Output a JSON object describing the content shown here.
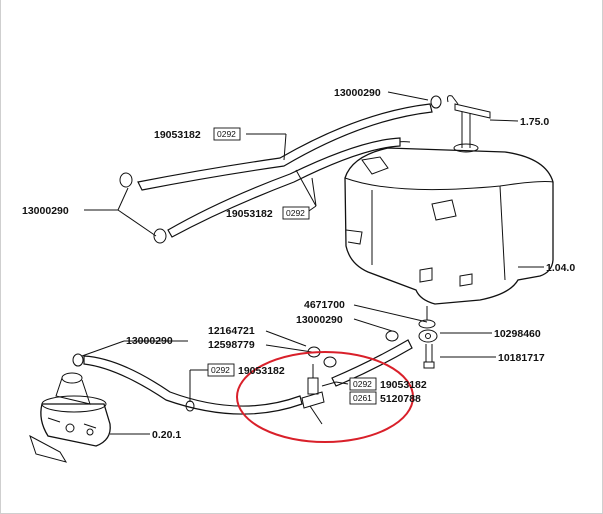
{
  "labels": {
    "l13000290_top": "13000290",
    "l175": "1.75.0",
    "l19053182_a": "19053182",
    "l13000290_left": "13000290",
    "l19053182_b": "19053182",
    "l104": "1.04.0",
    "l4671700": "4671700",
    "l13000290_mid": "13000290",
    "l12164721": "12164721",
    "l10298460": "10298460",
    "l12598779": "12598779",
    "l10181717": "10181717",
    "l13000290_bl": "13000290",
    "l19053182_c": "19053182",
    "l19053182_d": "19053182",
    "l5120788": "5120788",
    "l201": "0.20.1"
  },
  "refs": {
    "r0292_a": "0292",
    "r0292_b": "0292",
    "r0292_c": "0292",
    "r0292_d": "0292",
    "r0261": "0261"
  },
  "highlight": {
    "color": "#d9202a"
  }
}
